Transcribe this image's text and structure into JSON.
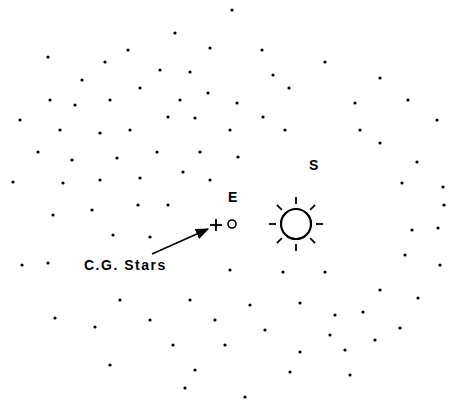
{
  "diagram": {
    "labels": [
      "E",
      "S",
      "C.G. Stars"
    ]
  }
}
